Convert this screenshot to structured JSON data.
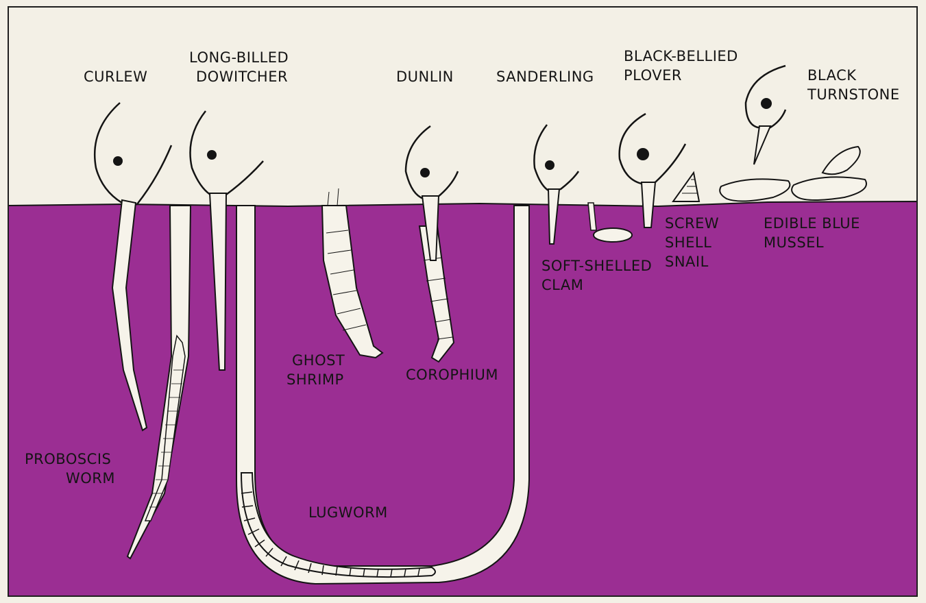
{
  "colors": {
    "sky": "#f3f0e6",
    "mud": "#9b2e93",
    "ink": "#141414",
    "animal_fill": "#f6f3ea",
    "border": "#1e1e1e"
  },
  "birds": [
    {
      "name_lines": [
        "CURLEW"
      ]
    },
    {
      "name_lines": [
        "LONG-BILLED",
        "DOWITCHER"
      ]
    },
    {
      "name_lines": [
        "DUNLIN"
      ]
    },
    {
      "name_lines": [
        "SANDERLING"
      ]
    },
    {
      "name_lines": [
        "BLACK-BELLIED",
        "PLOVER"
      ]
    },
    {
      "name_lines": [
        "BLACK",
        "TURNSTONE"
      ]
    }
  ],
  "prey": [
    {
      "name_lines": [
        "GHOST",
        "SHRIMP"
      ]
    },
    {
      "name_lines": [
        "COROPHIUM"
      ]
    },
    {
      "name_lines": [
        "SOFT-SHELLED",
        "CLAM"
      ]
    },
    {
      "name_lines": [
        "SCREW",
        "SHELL",
        "SNAIL"
      ]
    },
    {
      "name_lines": [
        "EDIBLE BLUE",
        "MUSSEL"
      ]
    },
    {
      "name_lines": [
        "PROBOSCIS",
        "WORM"
      ]
    },
    {
      "name_lines": [
        "LUGWORM"
      ]
    }
  ]
}
